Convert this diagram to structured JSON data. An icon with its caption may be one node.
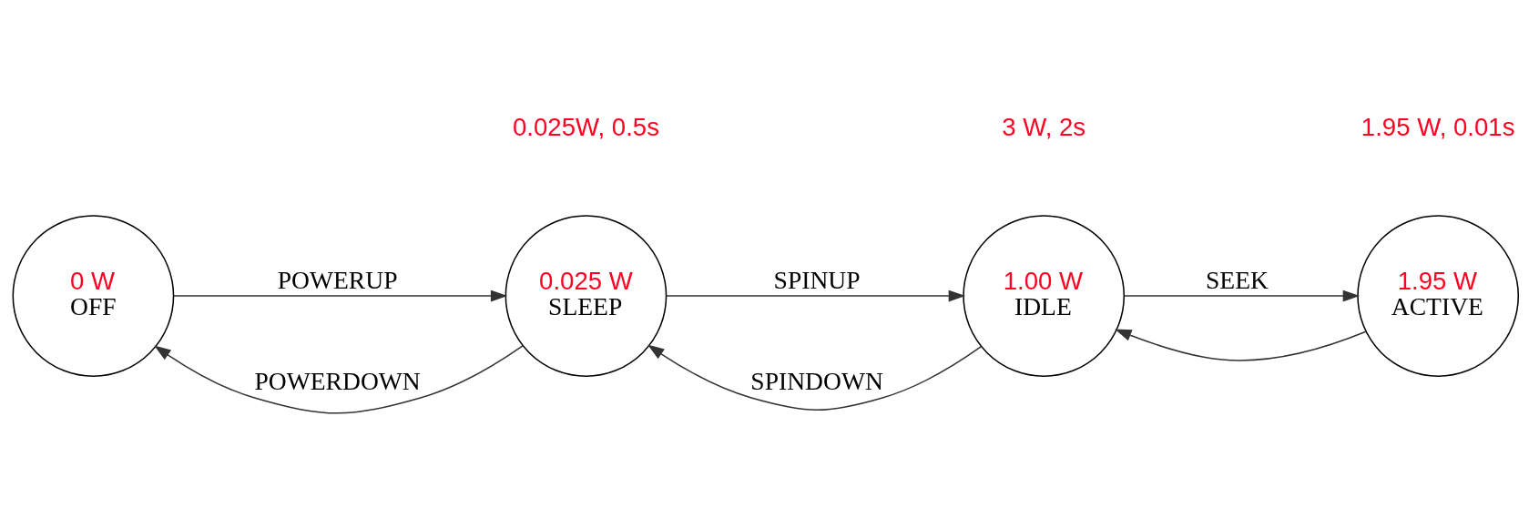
{
  "diagram": {
    "nodes": [
      {
        "text": [
          "0 W",
          "OFF"
        ]
      },
      {
        "text": [
          "0.025 W",
          "SLEEP"
        ]
      },
      {
        "text": [
          "1.00 W",
          "IDLE"
        ]
      },
      {
        "text": [
          "1.95 W",
          "ACTIVE"
        ]
      }
    ],
    "edges": [
      {
        "from": 1,
        "to": 0,
        "arrow": "to",
        "label": "POWERDOWN"
      },
      {
        "from": 0,
        "to": 1,
        "arrow": "to",
        "label": "POWERUP"
      },
      {
        "from": 2,
        "to": 1,
        "arrow": "to",
        "label": "SPINDOWN"
      },
      {
        "from": 1,
        "to": 2,
        "arrow": "to",
        "label": "SPINUP"
      },
      {
        "from": 3,
        "to": 2,
        "arrow": "to"
      },
      {
        "from": 2,
        "to": 3,
        "arrow": "to",
        "label": "SEEK"
      }
    ],
    "labels": [
      "0.025W, 0.5s",
      "3 W, 2s",
      "1.95 W, 0.01s"
    ]
  }
}
